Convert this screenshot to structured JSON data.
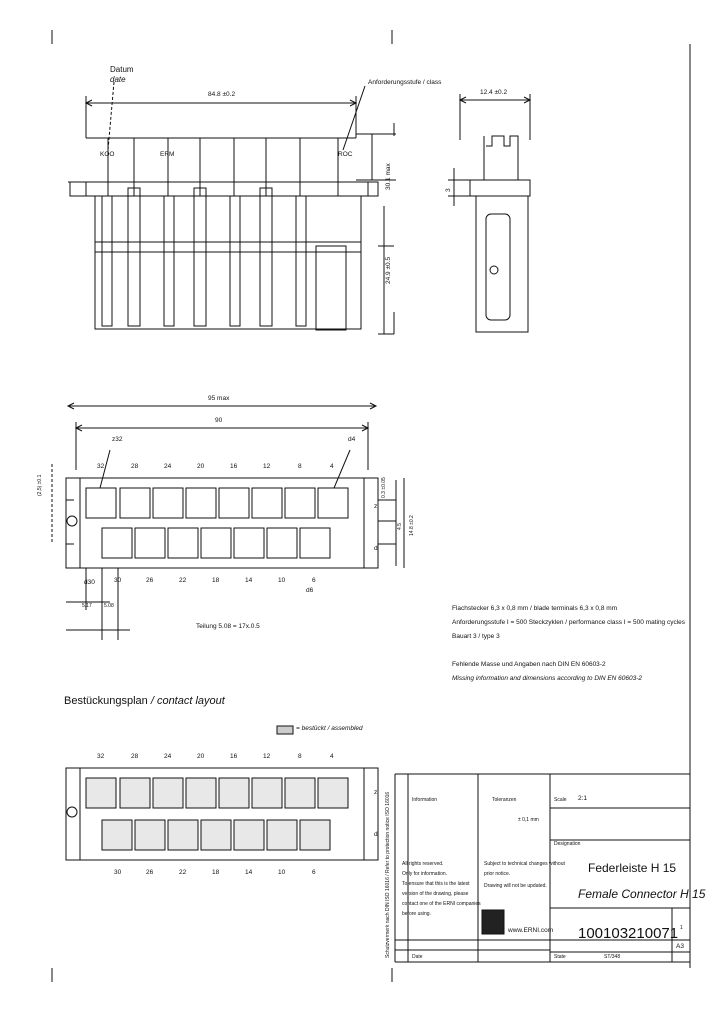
{
  "top_view": {
    "datum_label": "Datum",
    "datum_label_en": "date",
    "dim_width": "84.8 ±0.2",
    "class_label": "Anforderungsstufe / class",
    "label_left": "KOO",
    "label_mid": "ERM",
    "label_right": "ROC",
    "dim_height_upper": "30.1 max",
    "dim_height_lower": "24.9 ±0.5"
  },
  "side_view": {
    "dim_width": "12.4 ±0.2",
    "dim_step": "3"
  },
  "front_view": {
    "dim_overall": "95 max",
    "dim_pitch_span": "90",
    "label_z32": "z32",
    "label_d4": "d4",
    "label_z_r": "(2,5) ±0.1",
    "dim_right_a": "0.3 ±0.05",
    "dim_right_b": "14.8 ±0.2",
    "dim_right_c": "4.5",
    "row_z_letter": "z",
    "row_d_letter": "d",
    "top_numbers": [
      "32",
      "28",
      "24",
      "20",
      "16",
      "12",
      "8",
      "4"
    ],
    "bottom_numbers": [
      "30",
      "26",
      "22",
      "18",
      "14",
      "10",
      "6"
    ],
    "label_d30": "d30",
    "label_d6": "d6",
    "dim_left_a": "5.17",
    "dim_left_b": "5.08",
    "dim_pitch_note": "Teilung 5.08 = 17x.0.5"
  },
  "notes": {
    "line1": "Flachstecker 6,3 x 0,8 mm / blade terminals 6,3 x 0,8 mm",
    "line2": "Anforderungsstufe I = 500 Steckzyklen / performance class I = 500 mating cycles",
    "line3": "Bauart 3 / type 3",
    "line4": "Fehlende Masse und Angaben nach DIN EN 60603-2",
    "line5": "Missing information and dimensions according to DIN EN 60603-2"
  },
  "contact_layout": {
    "heading_de": "Bestückungsplan",
    "heading_en": " / contact layout",
    "legend": "= bestückt / assembled",
    "top_numbers": [
      "32",
      "28",
      "24",
      "20",
      "16",
      "12",
      "8",
      "4"
    ],
    "bottom_numbers": [
      "30",
      "26",
      "22",
      "18",
      "14",
      "10",
      "6"
    ],
    "row_z_letter": "z",
    "row_d_letter": "d"
  },
  "title_block": {
    "tolerance_label": "Toleranzen",
    "tol_value": "± 0,1 mm",
    "info_label": "Information",
    "scale_label": "Scale",
    "scale_value": "2:1",
    "designation_label": "Designation",
    "rights_text": [
      "All rights reserved.",
      "Only for information.",
      "To ensure that this is the latest",
      "version of the drawing, please",
      "contact one of the ERNI companies",
      "before using."
    ],
    "subject_text": [
      "Subject to technical changes without",
      "prior notice.",
      "Drawing will not be updated."
    ],
    "website": "www.ERNI.com",
    "name_de": "Federleiste H 15",
    "name_en": "Female Connector H 15",
    "part_number": "100103210071",
    "revision": "1",
    "format": "A3",
    "state_label": "State",
    "state_value": "ST/348",
    "date_label": "Date",
    "side_text": "Schutzvermerk nach DIN ISO 16016 / Refer to protection notice ISO 16016"
  }
}
